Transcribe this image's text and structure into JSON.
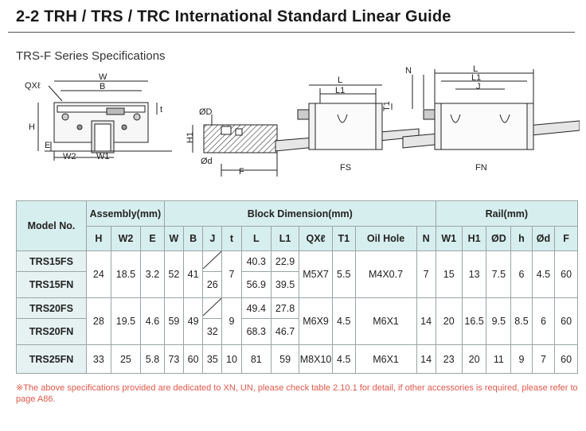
{
  "title": "2-2 TRH / TRS / TRC International Standard Linear Guide",
  "subtitle": "TRS-F Series Specifications",
  "drawing_labels": {
    "qxl": "QXℓ",
    "w": "W",
    "b": "B",
    "h": "H",
    "e": "E",
    "w2": "W2",
    "w1": "W1",
    "t": "t",
    "od": "ØD",
    "h1": "H1",
    "odsmall": "Ød",
    "f": "F",
    "l": "L",
    "l1": "L1",
    "n": "N",
    "t1": "T1",
    "j": "J",
    "fs": "FS",
    "fn": "FN"
  },
  "table": {
    "group_headers": {
      "model": "Model No.",
      "assembly": "Assembly(mm)",
      "block": "Block Dimension(mm)",
      "rail": "Rail(mm)"
    },
    "columns": [
      "H",
      "W2",
      "E",
      "W",
      "B",
      "J",
      "t",
      "L",
      "L1",
      "QXℓ",
      "T1",
      "Oil Hole",
      "N",
      "W1",
      "H1",
      "ØD",
      "h",
      "Ød",
      "F"
    ],
    "rows": [
      {
        "model": "TRS15FS",
        "H": "24",
        "W2": "18.5",
        "E": "3.2",
        "W": "52",
        "B": "41",
        "J": "26",
        "t": "7",
        "L": "40.3",
        "L1": "22.9",
        "QXl": "M5X7",
        "T1": "5.5",
        "Oil": "M4X0.7",
        "N": "7",
        "W1": "15",
        "H1": "13",
        "OD": "7.5",
        "h": "6",
        "Od": "4.5",
        "F": "60"
      },
      {
        "model": "TRS15FN",
        "L": "56.9",
        "L1": "39.5"
      },
      {
        "model": "TRS20FS",
        "H": "28",
        "W2": "19.5",
        "E": "4.6",
        "W": "59",
        "B": "49",
        "J": "32",
        "t": "9",
        "L": "49.4",
        "L1": "27.8",
        "QXl": "M6X9",
        "T1": "4.5",
        "Oil": "M6X1",
        "N": "14",
        "W1": "20",
        "H1": "16.5",
        "OD": "9.5",
        "h": "8.5",
        "Od": "6",
        "F": "60"
      },
      {
        "model": "TRS20FN",
        "L": "68.3",
        "L1": "46.7"
      },
      {
        "model": "TRS25FN",
        "H": "33",
        "W2": "25",
        "E": "5.8",
        "W": "73",
        "B": "60",
        "J": "35",
        "t": "10",
        "L": "81",
        "L1": "59",
        "QXl": "M8X10",
        "T1": "4.5",
        "Oil": "M6X1",
        "N": "14",
        "W1": "23",
        "H1": "20",
        "OD": "11",
        "h": "9",
        "Od": "7",
        "F": "60"
      }
    ]
  },
  "note": "※The above specifications provided are dedicated to XN, UN, please check table 2.10.1 for detail, if other accessories is required, please refer to page A86.",
  "colors": {
    "header_bg": "#d7eeee",
    "note": "#e0584a",
    "border": "#9aa5a5"
  }
}
